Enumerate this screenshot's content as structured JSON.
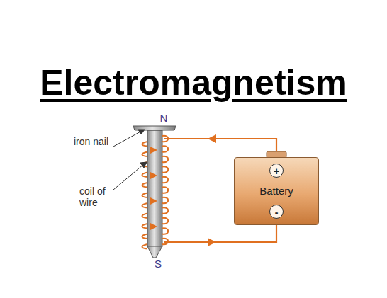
{
  "diagram": {
    "title": "Electromagnetism",
    "nodes": [
      {
        "text": [
          "+",
          "Battery",
          "-"
        ]
      }
    ],
    "labels": [
      "N",
      "iron nail",
      "coil of wire",
      "S"
    ]
  }
}
